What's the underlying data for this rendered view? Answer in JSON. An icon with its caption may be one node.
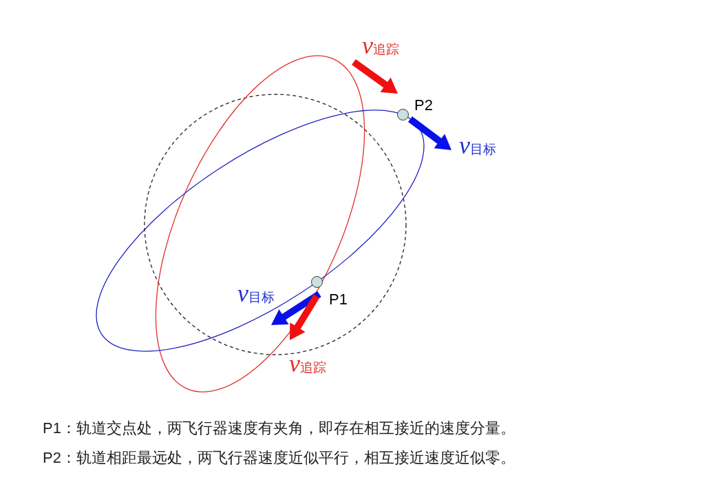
{
  "diagram": {
    "nodes": [
      {
        "text": [],
        "shape": "circle",
        "beside": [
          "P2"
        ]
      },
      {
        "text": [],
        "shape": "circle",
        "beside": [
          "P1"
        ]
      }
    ],
    "labels": [
      "*v*$_{追踪}$",
      "*v*$_{目标}$",
      "*v*$_{目标}$",
      "*v*$_{追踪}$",
      "P1：轨道交点处，两飞行器速度有夹角，即存在相互接近的速度分量。",
      "P2：轨道相距最远处，两飞行器速度近似平行，相互接近速度近似零。"
    ]
  }
}
